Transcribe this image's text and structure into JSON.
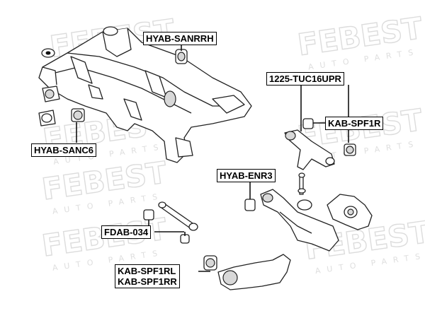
{
  "watermark": {
    "brand": "FEBEST",
    "sub": "AUTO PARTS"
  },
  "labels": {
    "hyab_sanrrh": "HYAB-SANRRH",
    "tuc16upr": "1225-TUC16UPR",
    "kab_spf1r": "KAB-SPF1R",
    "hyab_sanc6": "HYAB-SANC6",
    "hyab_enr3": "HYAB-ENR3",
    "fdab_034": "FDAB-034",
    "kab_spf1rl": "KAB-SPF1RL",
    "kab_spf1rr": "KAB-SPF1RR"
  },
  "colors": {
    "line": "#111111",
    "watermark": "#dcdcdc",
    "background": "#ffffff"
  }
}
